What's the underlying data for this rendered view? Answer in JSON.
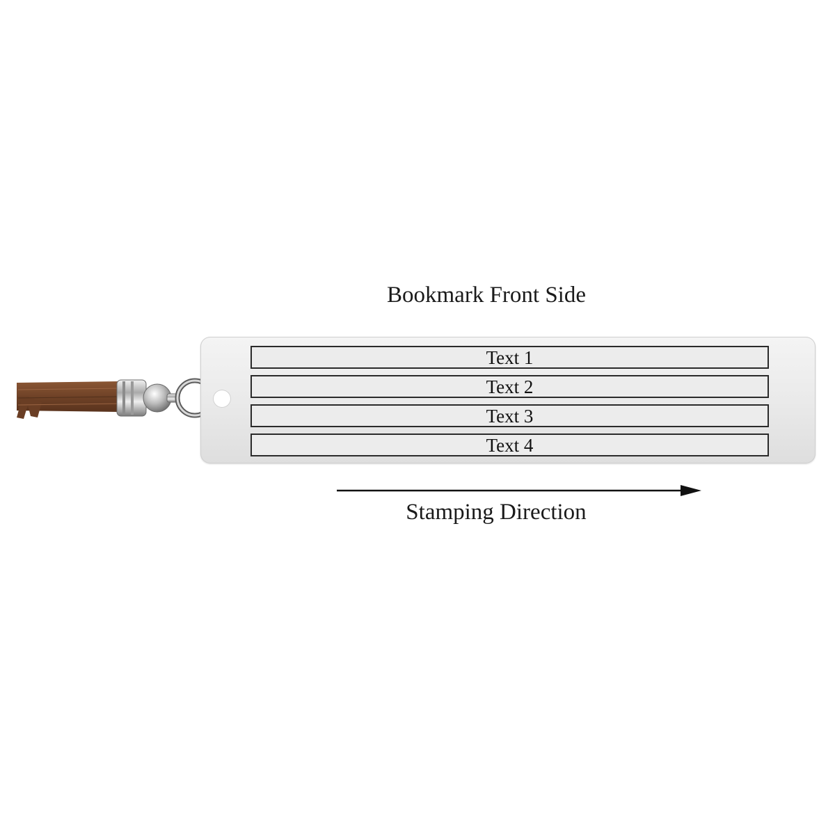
{
  "title": "Bookmark Front Side",
  "lines": [
    {
      "label": "Text 1"
    },
    {
      "label": "Text 2"
    },
    {
      "label": "Text 3"
    },
    {
      "label": "Text 4"
    }
  ],
  "direction_label": "Stamping Direction",
  "colors": {
    "tassel": "#7a4a2c",
    "plate": "#e9e9e9",
    "outline": "#2a2a2a"
  },
  "icons": {
    "tassel": "tassel-icon",
    "arrow": "arrow-right-icon"
  }
}
